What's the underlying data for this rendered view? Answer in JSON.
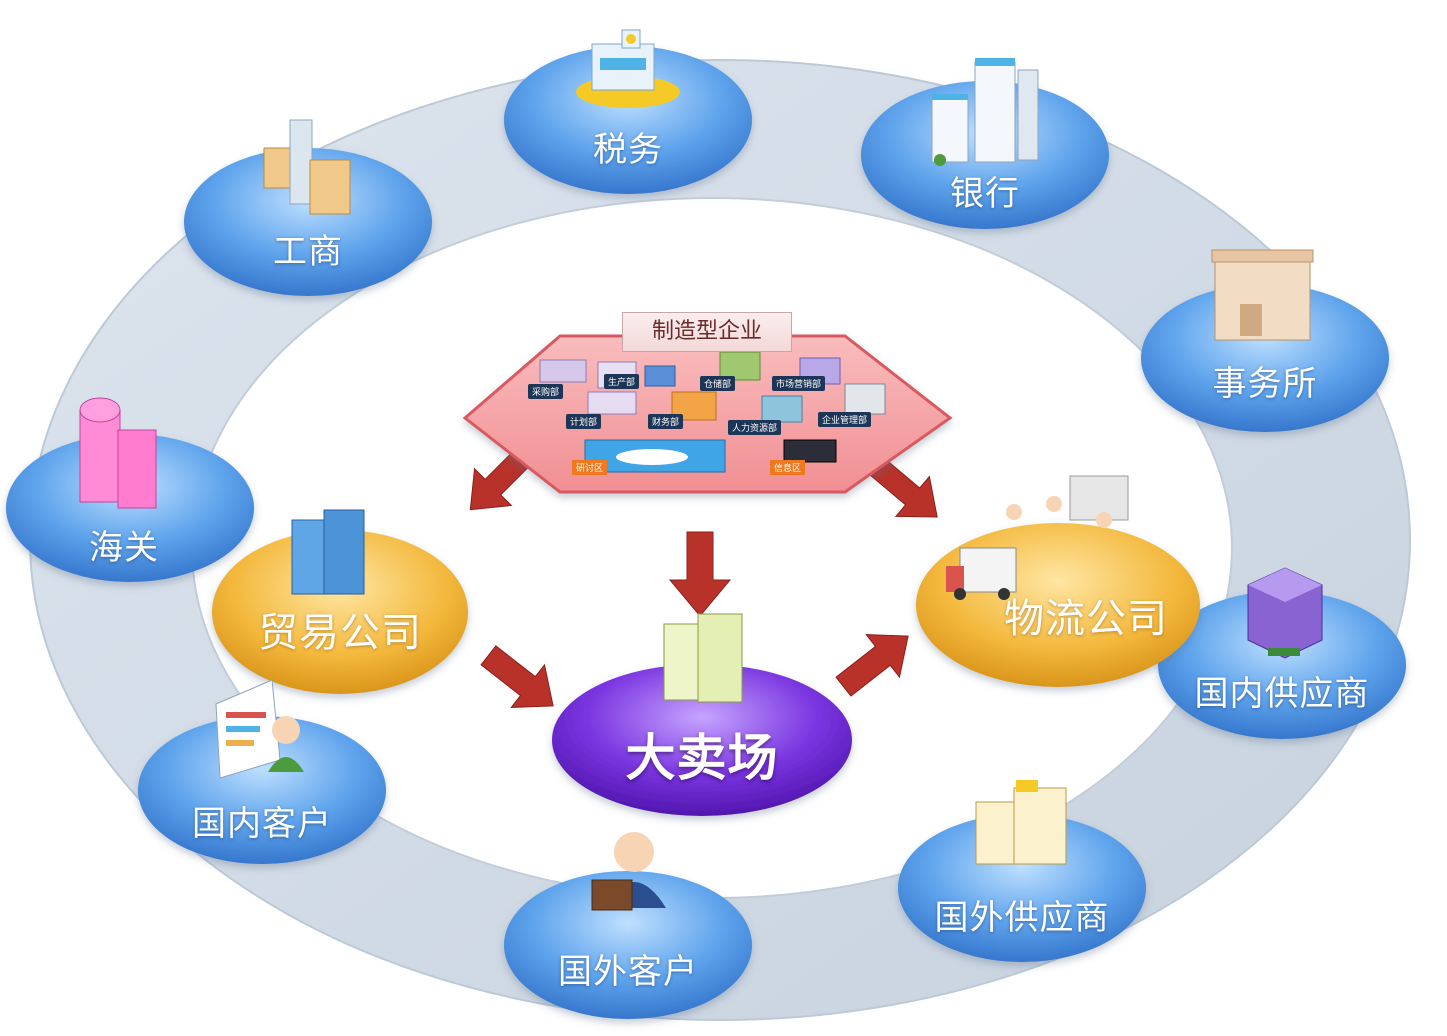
{
  "outer_nodes": [
    {
      "id": "tax",
      "label": "税务",
      "icon": "tax-office-icon"
    },
    {
      "id": "bank",
      "label": "银行",
      "icon": "bank-building-icon"
    },
    {
      "id": "commerce",
      "label": "工商",
      "icon": "office-building-icon"
    },
    {
      "id": "firm",
      "label": "事务所",
      "icon": "office-house-icon"
    },
    {
      "id": "customs",
      "label": "海关",
      "icon": "customs-tower-icon"
    },
    {
      "id": "domestic_supplier",
      "label": "国内供应商",
      "icon": "supplier-cube-icon"
    },
    {
      "id": "domestic_customer",
      "label": "国内客户",
      "icon": "customer-woman-icon"
    },
    {
      "id": "foreign_supplier",
      "label": "国外供应商",
      "icon": "supplier-building-icon"
    },
    {
      "id": "foreign_customer",
      "label": "国外客户",
      "icon": "businessman-icon"
    }
  ],
  "inner_nodes": [
    {
      "id": "trade",
      "label": "贸易公司",
      "icon": "trade-building-icon"
    },
    {
      "id": "logistics",
      "label": "物流公司",
      "icon": "logistics-truck-icon"
    },
    {
      "id": "mall",
      "label": "大卖场",
      "icon": "mall-building-icon"
    }
  ],
  "factory": {
    "title": "制造型企业",
    "departments": [
      "采购部",
      "生产部",
      "仓储部",
      "市场营销部",
      "计划部",
      "财务部",
      "人力资源部",
      "企业管理部"
    ],
    "zones": [
      "研讨区",
      "信息区"
    ]
  },
  "colors": {
    "blue_disc": "#4f93e6",
    "orange_disc": "#f1b233",
    "purple_disc": "#7030d8",
    "arrow": "#b8322a",
    "ring": "#d7e0ea",
    "factory_fill": "#f6a7aa"
  }
}
